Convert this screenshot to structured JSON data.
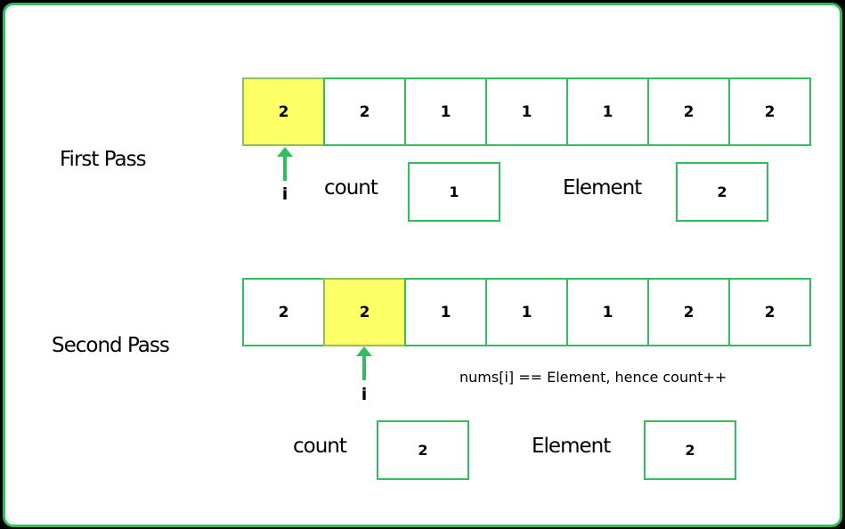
{
  "colors": {
    "border": "#2fbf5f",
    "highlight": "#ffff66",
    "arrow": "#2fbf5f"
  },
  "first_pass": {
    "label": "First Pass",
    "cells": [
      "2",
      "2",
      "1",
      "1",
      "1",
      "2",
      "2"
    ],
    "highlight_index": 0,
    "pointer_label": "i",
    "count_label": "count",
    "count_value": "1",
    "element_label": "Element",
    "element_value": "2"
  },
  "second_pass": {
    "label": "Second Pass",
    "cells": [
      "2",
      "2",
      "1",
      "1",
      "1",
      "2",
      "2"
    ],
    "highlight_index": 1,
    "pointer_label": "i",
    "note": "nums[i] == Element, hence count++",
    "count_label": "count",
    "count_value": "2",
    "element_label": "Element",
    "element_value": "2"
  }
}
